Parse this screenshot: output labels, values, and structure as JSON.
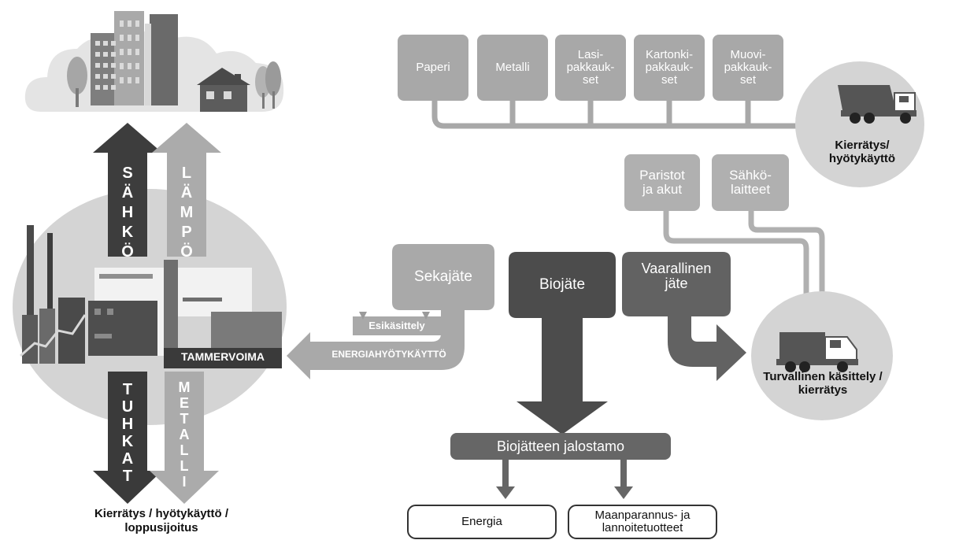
{
  "colors": {
    "dark": "#3a3a3a",
    "mid": "#555555",
    "light": "#a8a8a8",
    "lighter": "#b8b8b8",
    "circle": "#d4d4d4",
    "cloud": "#e4e4e4"
  },
  "city": {
    "arrow_electricity": [
      "S",
      "Ä",
      "H",
      "K",
      "Ö"
    ],
    "arrow_heat": [
      "L",
      "Ä",
      "M",
      "P",
      "Ö"
    ]
  },
  "plant": {
    "name": "TAMMERVOIMA",
    "arrow_ash": [
      "T",
      "U",
      "H",
      "K",
      "A",
      "T"
    ],
    "arrow_metal": [
      "M",
      "E",
      "T",
      "A",
      "L",
      "L",
      "I"
    ],
    "bottom_caption": [
      "Kierrätys / hyötykäyttö /",
      "loppusijoitus"
    ]
  },
  "recycling": {
    "items": [
      [
        "Paperi"
      ],
      [
        "Metalli"
      ],
      [
        "Lasi-",
        "pakkauk-",
        "set"
      ],
      [
        "Kartonki-",
        "pakkauk-",
        "set"
      ],
      [
        "Muovi-",
        "pakkauk-",
        "set"
      ]
    ],
    "caption": [
      "Kierrätys/",
      "hyötykäyttö"
    ]
  },
  "hazardous_small": {
    "items": [
      [
        "Paristot",
        "ja akut"
      ],
      [
        "Sähkö-",
        "laitteet"
      ]
    ]
  },
  "waste": {
    "mixed": "Sekajäte",
    "bio": "Biojäte",
    "hazardous": [
      "Vaarallinen",
      "jäte"
    ],
    "pretreatment": "Esikäsittely",
    "energy_use": "ENERGIAHYÖTYKÄYTTÖ"
  },
  "safe_handling": {
    "caption": [
      "Turvallinen käsittely /",
      "kierrätys"
    ]
  },
  "biorefinery": {
    "title": "Biojätteen jalostamo",
    "outputs": [
      [
        "Energia"
      ],
      [
        "Maanparannus- ja",
        "lannoitetuotteet"
      ]
    ]
  }
}
